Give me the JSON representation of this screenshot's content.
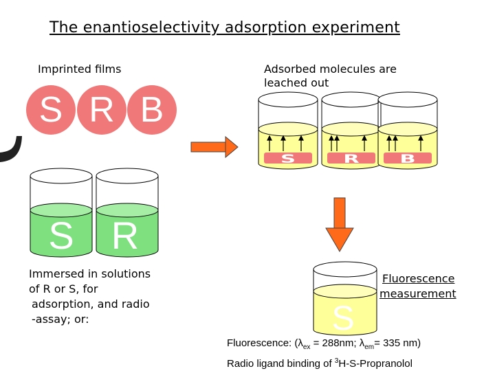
{
  "title": "The enantioselectivity adsorption experiment",
  "imprinted_label": "Imprinted films",
  "imprinted_circles": [
    "S",
    "R",
    "B"
  ],
  "immersion_beakers": [
    "S",
    "R"
  ],
  "immersion_text": [
    "Immersed in solutions",
    "of R or S, for",
    "adsorption, and radio",
    "-assay; or:"
  ],
  "leached_text": [
    "Adsorbed molecules are",
    "leached out"
  ],
  "leached_beakers": [
    "S",
    "R",
    "B"
  ],
  "fluor_beaker": "S",
  "fluor_label": [
    "Fluorescence",
    "measurement"
  ],
  "fluor_line": {
    "prefix": "Fluorescence: (",
    "lambda1": "λ",
    "sub1": "ex",
    "val1": " = 288nm;  ",
    "lambda2": "λ",
    "sub2": "em",
    "val2": "= 335 nm)"
  },
  "radio_line": {
    "prefix": "Radio ligand binding of ",
    "sup": "3",
    "suffix": "H-S-Propranolol"
  },
  "colors": {
    "circle": "#f07878",
    "green_liquid": "#7ee07e",
    "yellow_liquid": "#ffff99",
    "film_red": "#f07878",
    "arrow": "#ff6a1a"
  }
}
